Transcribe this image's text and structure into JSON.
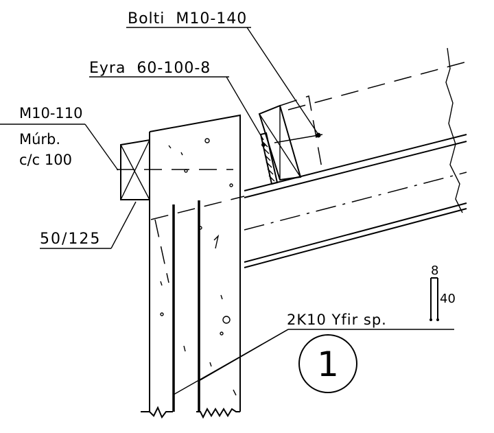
{
  "labels": {
    "bolt": "Bolti  M10-140",
    "washer": "Eyra  60-100-8",
    "anchor_1": "M10-110",
    "anchor_2": "Múrb.",
    "anchor_3": "c/c 100",
    "timber": "50/125",
    "rebar": "2K10 Yfir sp.",
    "dim_top": "8",
    "dim_side": "40",
    "detail_number": "1"
  }
}
